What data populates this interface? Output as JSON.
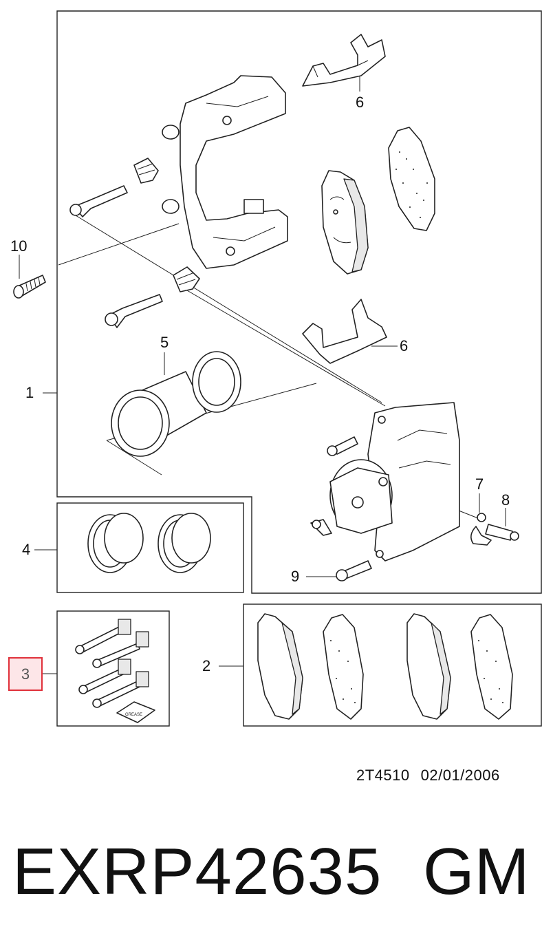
{
  "callouts": {
    "c1": "1",
    "c2": "2",
    "c3": "3",
    "c4": "4",
    "c5": "5",
    "c6a": "6",
    "c6b": "6",
    "c7": "7",
    "c8": "8",
    "c9": "9",
    "c10": "10"
  },
  "highlighted_callout": "3",
  "highlight_color": "#e0303a",
  "kit_label": "GREASE",
  "doc_ref": {
    "code": "2T4510",
    "date": "02/01/2006"
  },
  "title": {
    "part_number": "EXRP42635",
    "brand": "GM"
  }
}
